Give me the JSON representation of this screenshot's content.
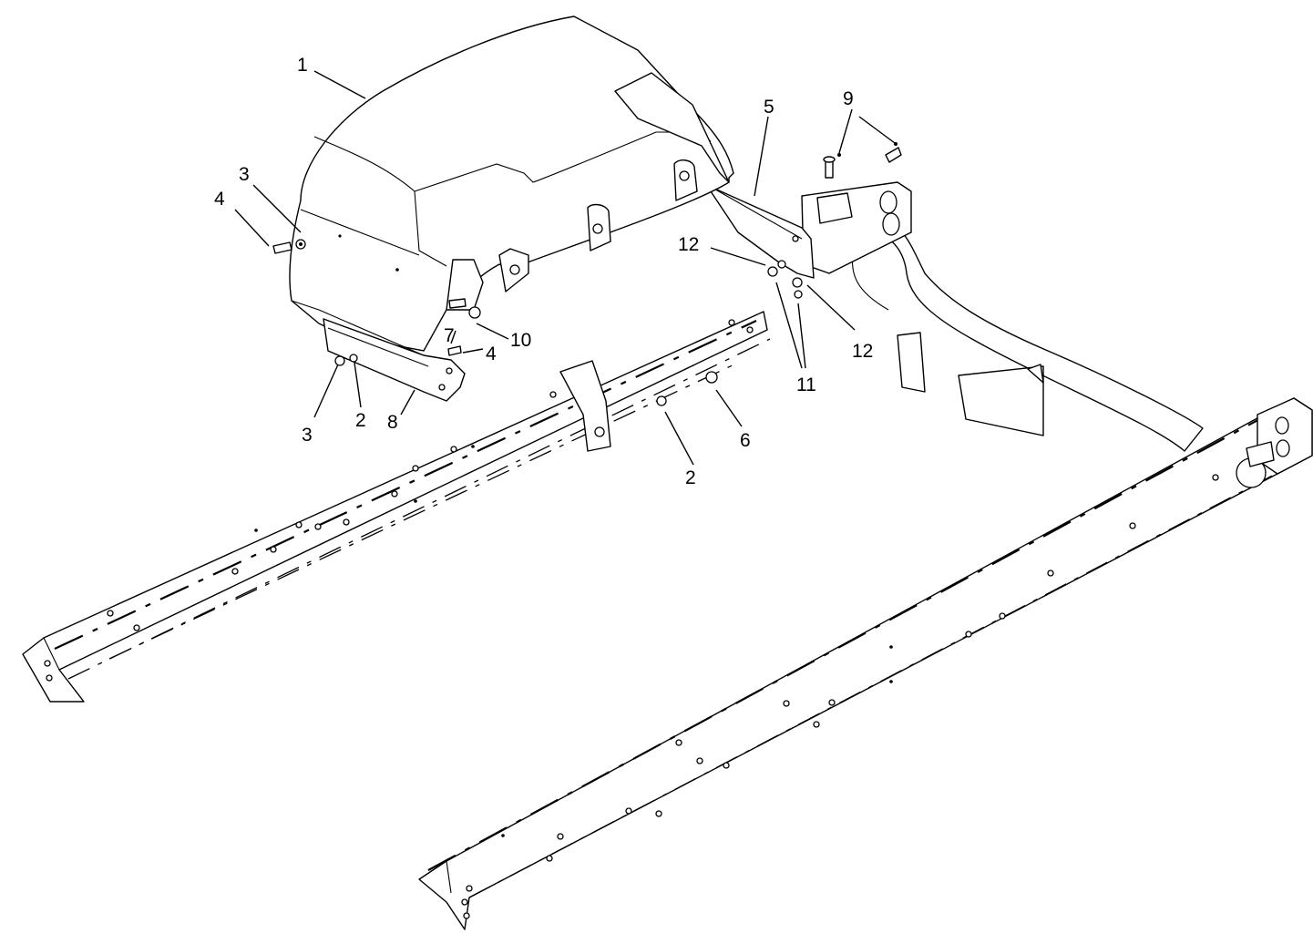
{
  "callouts": [
    {
      "id": "c1",
      "label": "1"
    },
    {
      "id": "c2a",
      "label": "2"
    },
    {
      "id": "c2b",
      "label": "2"
    },
    {
      "id": "c3a",
      "label": "3"
    },
    {
      "id": "c3b",
      "label": "3"
    },
    {
      "id": "c4a",
      "label": "4"
    },
    {
      "id": "c4b",
      "label": "4"
    },
    {
      "id": "c5",
      "label": "5"
    },
    {
      "id": "c6",
      "label": "6"
    },
    {
      "id": "c7",
      "label": "7"
    },
    {
      "id": "c8",
      "label": "8"
    },
    {
      "id": "c9",
      "label": "9"
    },
    {
      "id": "c10",
      "label": "10"
    },
    {
      "id": "c11",
      "label": "11"
    },
    {
      "id": "c12a",
      "label": "12"
    },
    {
      "id": "c12b",
      "label": "12"
    }
  ],
  "colors": {
    "line": "#000000",
    "background": "#ffffff"
  }
}
